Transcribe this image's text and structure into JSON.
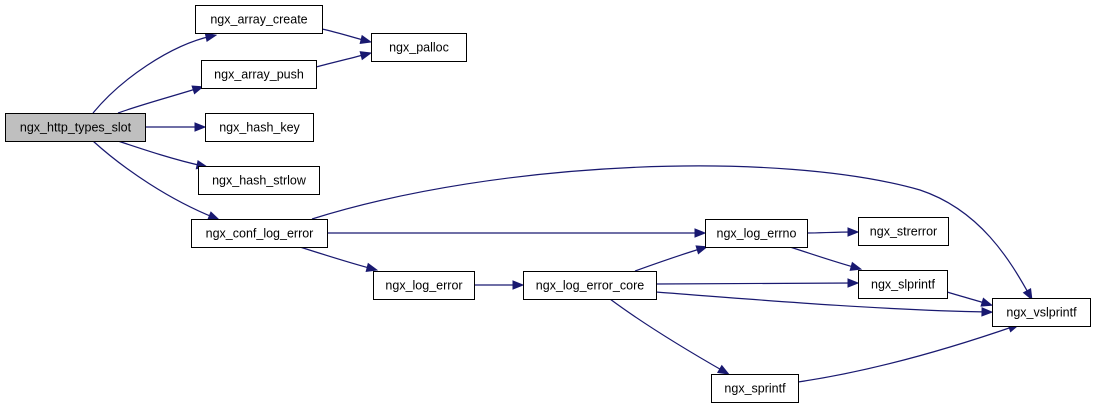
{
  "diagram": {
    "type": "call-graph",
    "colors": {
      "edge": "#191970",
      "root_fill": "#bfbfbf",
      "node_fill": "#ffffff",
      "border": "#000000"
    },
    "nodes": [
      {
        "id": "types_slot",
        "label": "ngx_http_types_slot",
        "root": true
      },
      {
        "id": "array_create",
        "label": "ngx_array_create"
      },
      {
        "id": "palloc",
        "label": "ngx_palloc"
      },
      {
        "id": "array_push",
        "label": "ngx_array_push"
      },
      {
        "id": "hash_key",
        "label": "ngx_hash_key"
      },
      {
        "id": "hash_strlow",
        "label": "ngx_hash_strlow"
      },
      {
        "id": "conf_log_error",
        "label": "ngx_conf_log_error"
      },
      {
        "id": "log_errno",
        "label": "ngx_log_errno"
      },
      {
        "id": "strerror",
        "label": "ngx_strerror"
      },
      {
        "id": "log_error",
        "label": "ngx_log_error"
      },
      {
        "id": "log_error_core",
        "label": "ngx_log_error_core"
      },
      {
        "id": "slprintf",
        "label": "ngx_slprintf"
      },
      {
        "id": "vslprintf",
        "label": "ngx_vslprintf"
      },
      {
        "id": "sprintf",
        "label": "ngx_sprintf"
      }
    ],
    "edges": [
      {
        "from": "types_slot",
        "to": "array_create"
      },
      {
        "from": "types_slot",
        "to": "array_push"
      },
      {
        "from": "types_slot",
        "to": "hash_key"
      },
      {
        "from": "types_slot",
        "to": "hash_strlow"
      },
      {
        "from": "types_slot",
        "to": "conf_log_error"
      },
      {
        "from": "array_create",
        "to": "palloc"
      },
      {
        "from": "array_push",
        "to": "palloc"
      },
      {
        "from": "conf_log_error",
        "to": "vslprintf"
      },
      {
        "from": "conf_log_error",
        "to": "log_errno"
      },
      {
        "from": "conf_log_error",
        "to": "log_error"
      },
      {
        "from": "log_error",
        "to": "log_error_core"
      },
      {
        "from": "log_error_core",
        "to": "log_errno"
      },
      {
        "from": "log_error_core",
        "to": "slprintf"
      },
      {
        "from": "log_error_core",
        "to": "vslprintf"
      },
      {
        "from": "log_error_core",
        "to": "sprintf"
      },
      {
        "from": "log_errno",
        "to": "strerror"
      },
      {
        "from": "log_errno",
        "to": "slprintf"
      },
      {
        "from": "slprintf",
        "to": "vslprintf"
      },
      {
        "from": "sprintf",
        "to": "vslprintf"
      }
    ]
  }
}
